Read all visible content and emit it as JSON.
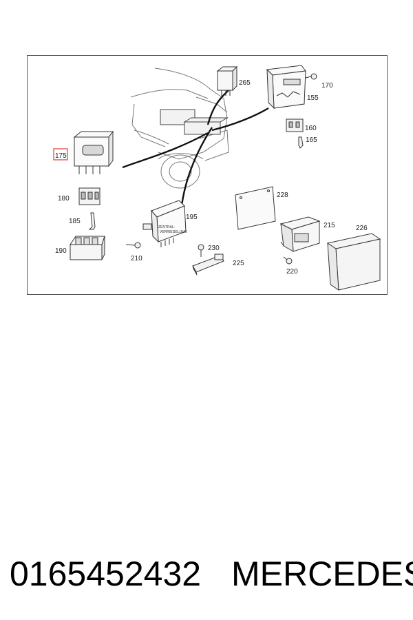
{
  "diagram": {
    "highlight_color": "#e0393e",
    "callouts": {
      "c175": "175",
      "c180": "180",
      "c185": "185",
      "c190": "190",
      "c195": "195",
      "c210": "210",
      "c230": "230",
      "c225": "225",
      "c265": "265",
      "c170": "170",
      "c155": "155",
      "c160": "160",
      "c165": "165",
      "c228": "228",
      "c215": "215",
      "c226": "226",
      "c220": "220"
    },
    "highlighted_callout": "175"
  },
  "footer": {
    "part_number": "0165452432",
    "brand": "MERCEDES"
  }
}
